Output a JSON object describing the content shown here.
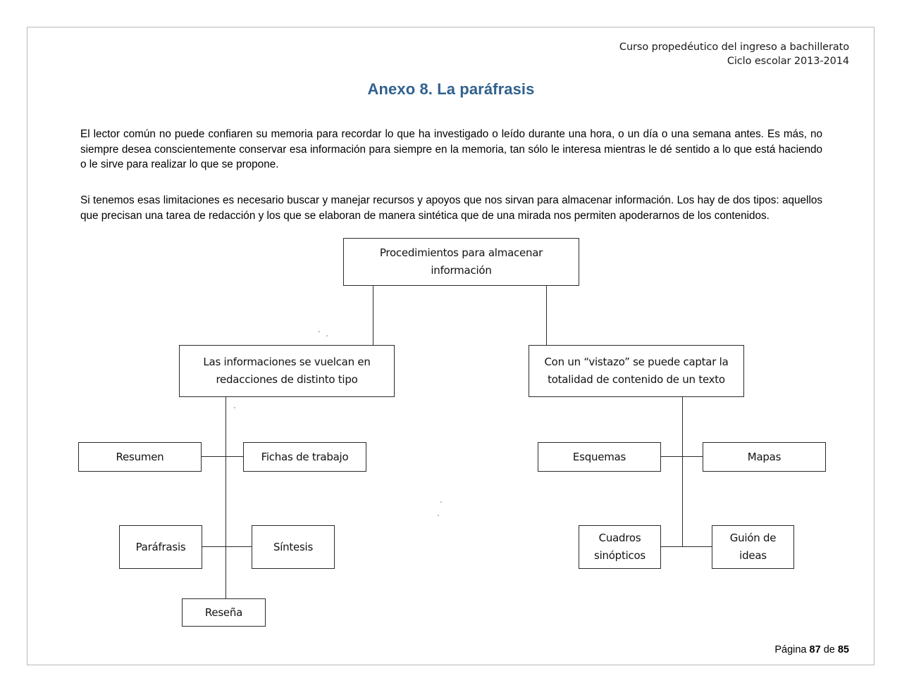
{
  "document": {
    "header": {
      "line1": "Curso propedéutico del ingreso a bachillerato",
      "line2": "Ciclo escolar 2013-2014"
    },
    "title": "Anexo 8. La paráfrasis",
    "title_color": "#31618e",
    "paragraphs": [
      "El lector común no puede confiaren su memoria para recordar lo que ha investigado o leído durante una hora, o un día o una semana antes. Es más, no siempre desea conscientemente conservar esa información para siempre en la memoria, tan sólo le interesa mientras le dé sentido a lo que está haciendo o le sirve para realizar lo que se propone.",
      "Si tenemos esas limitaciones es necesario buscar y manejar recursos y apoyos que nos sirvan para almacenar información. Los hay de dos tipos: aquellos que precisan una tarea de redacción y los que se elaboran de manera sintética que de una mirada nos permiten apoderarnos de los contenidos."
    ],
    "footer": {
      "prefix": "Página",
      "current_page": "87",
      "middle": "de",
      "total_pages": "85"
    }
  },
  "diagram": {
    "type": "tree",
    "line_color": "#2b2b2b",
    "root": {
      "line1": "Procedimientos para almacenar",
      "line2": "información"
    },
    "branches": [
      {
        "id": "left",
        "line1": "Las informaciones se vuelcan en",
        "line2": "redacciones de distinto tipo",
        "leaves": [
          {
            "line1": "Resumen",
            "line2": ""
          },
          {
            "line1": "Fichas de trabajo",
            "line2": ""
          },
          {
            "line1": "Paráfrasis",
            "line2": ""
          },
          {
            "line1": "Síntesis",
            "line2": ""
          },
          {
            "line1": "Reseña",
            "line2": ""
          }
        ]
      },
      {
        "id": "right",
        "line1": "Con un “vistazo” se puede captar la",
        "line2": "totalidad de contenido de un texto",
        "leaves": [
          {
            "line1": "Esquemas",
            "line2": ""
          },
          {
            "line1": "Mapas",
            "line2": ""
          },
          {
            "line1": "Cuadros",
            "line2": "sinópticos"
          },
          {
            "line1": "Guión de",
            "line2": "ideas"
          }
        ]
      }
    ]
  }
}
